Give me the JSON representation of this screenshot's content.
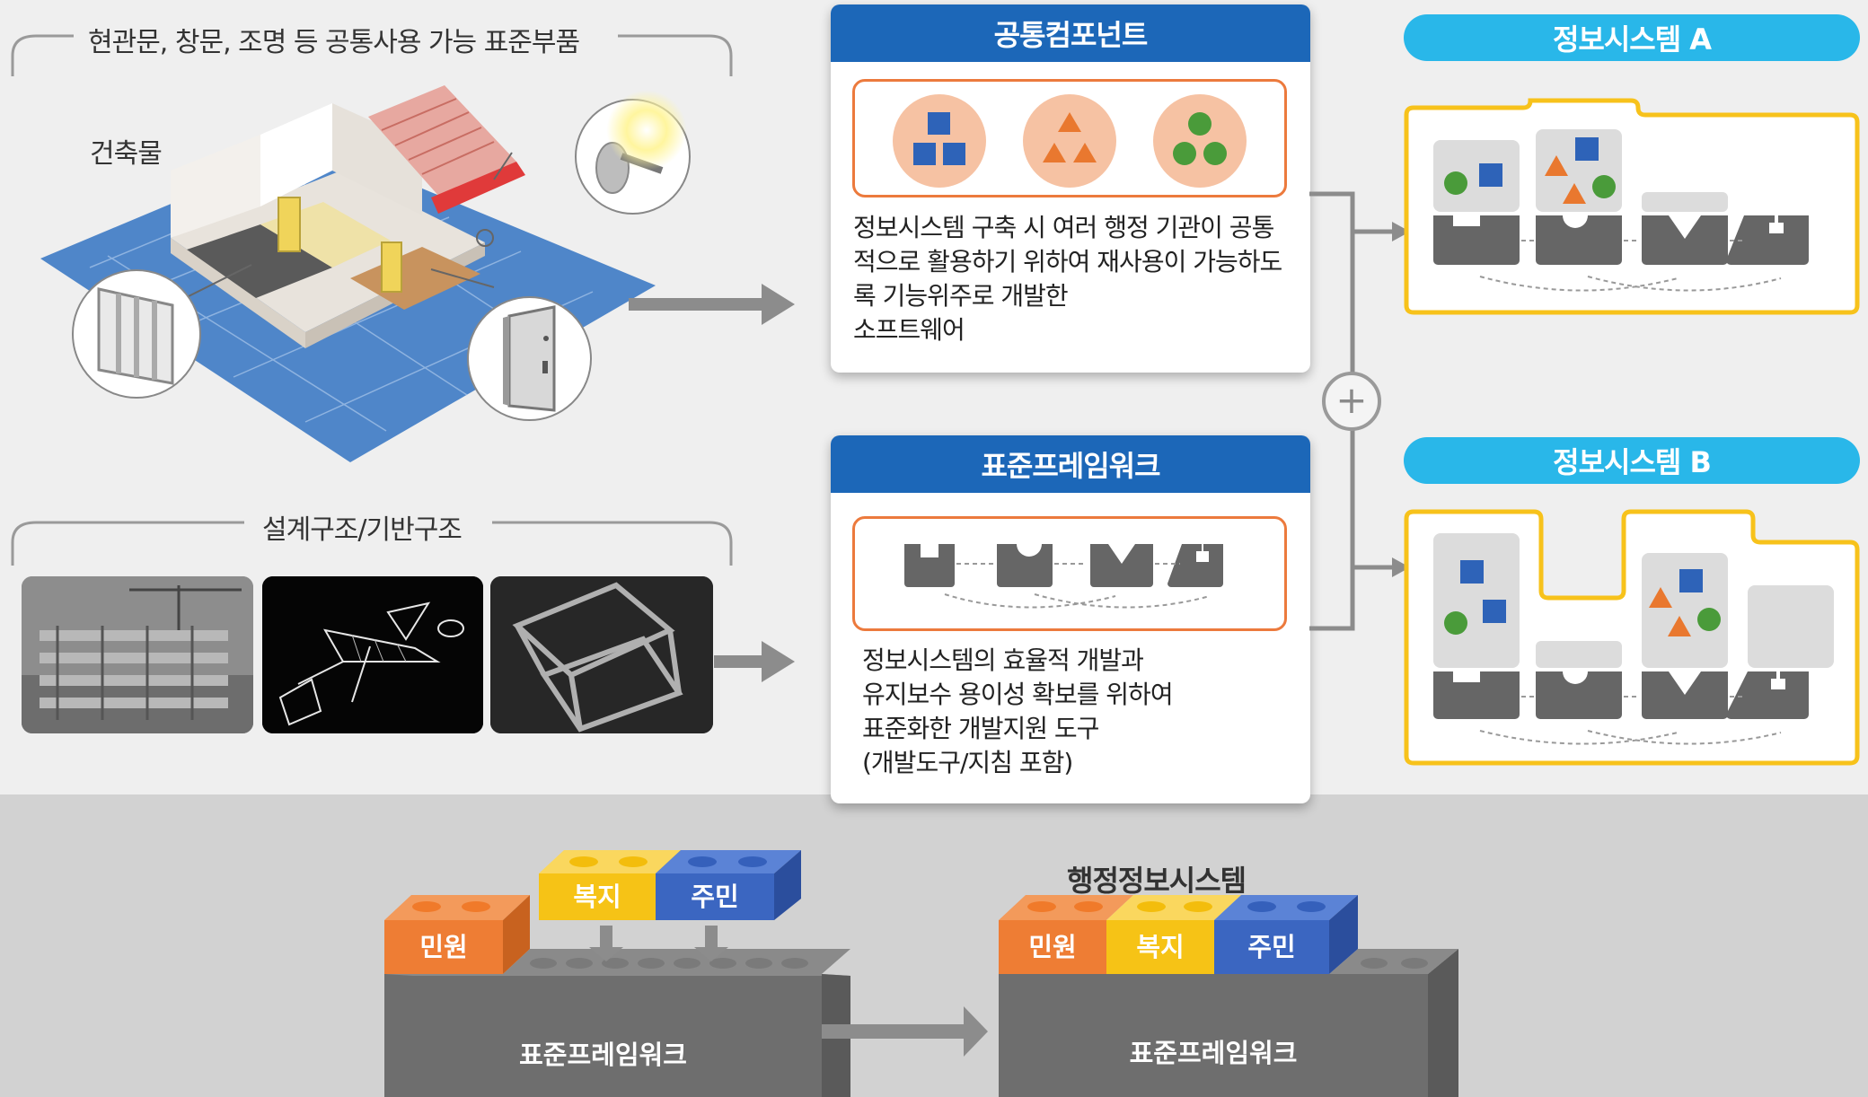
{
  "left": {
    "top_group_title": "현관문, 창문, 조명 등 공통사용 가능 표준부품",
    "building_label": "건축물",
    "bottom_group_title": "설계구조/기반구조"
  },
  "common_components": {
    "title": "공통컴포넌트",
    "description_lines": [
      "정보시스템 구축 시 여러 행정 기관이 공통",
      "적으로 활용하기 위하여 재사용이 가능하도",
      "록 기능위주로 개발한",
      "소프트웨어"
    ]
  },
  "standard_framework": {
    "title": "표준프레임워크",
    "description_lines": [
      "정보시스템의 효율적 개발과",
      "유지보수 용이성 확보를 위하여",
      "표준화한 개발지원 도구",
      "(개발도구/지침 포함)"
    ]
  },
  "systems": {
    "a_title": "정보시스템 A",
    "b_title": "정보시스템 B"
  },
  "plus_symbol": "+",
  "bottom": {
    "left_blocks": {
      "civil": "민원",
      "welfare": "복지",
      "resident": "주민",
      "base": "표준프레임워크"
    },
    "right_title": "행정정보시스템",
    "right_blocks": {
      "civil": "민원",
      "welfare": "복지",
      "resident": "주민",
      "base": "표준프레임워크"
    }
  },
  "colors": {
    "header_blue": "#1c67b8",
    "pill_cyan": "#29b7e9",
    "accent_orange": "#ec7a3d",
    "system_frame_yellow": "#f7c21b",
    "shape_blue": "#2e63b8",
    "shape_green": "#4a9b3a",
    "shape_orange": "#e9782f",
    "lego_orange": "#ee7d34",
    "lego_yellow": "#f6c316",
    "lego_blue": "#3b66c1",
    "lego_gray": "#6f6f6f"
  }
}
